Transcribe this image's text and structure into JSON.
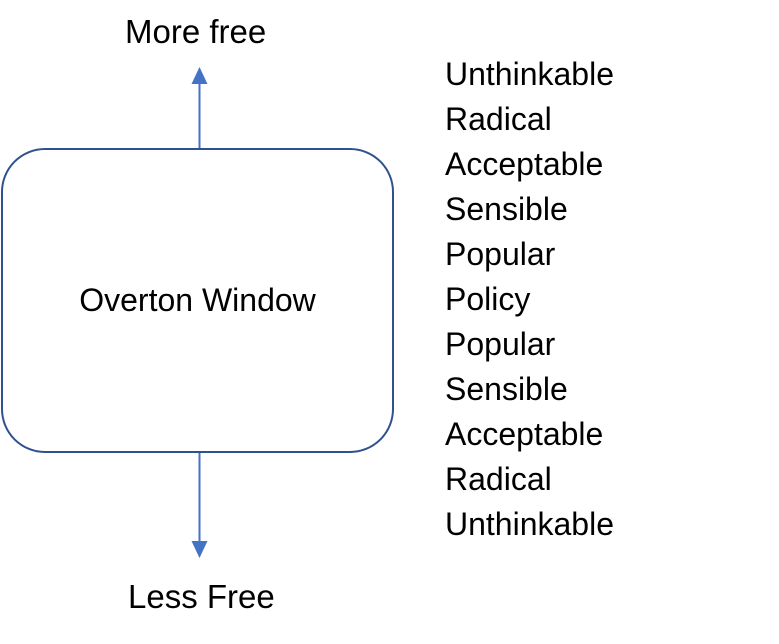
{
  "colors": {
    "background": "#FFFFFF",
    "text": "#000000",
    "arrow": "#4472C4",
    "box_border": "#2F528F"
  },
  "axis": {
    "top_label": "More free",
    "bottom_label": "Less Free",
    "arrow_icon": "vertical-double-arrow-icon"
  },
  "box": {
    "label": "Overton Window"
  },
  "spectrum": {
    "items": [
      "Unthinkable",
      "Radical",
      "Acceptable",
      "Sensible",
      "Popular",
      "Policy",
      "Popular",
      "Sensible",
      "Acceptable",
      "Radical",
      "Unthinkable"
    ]
  }
}
